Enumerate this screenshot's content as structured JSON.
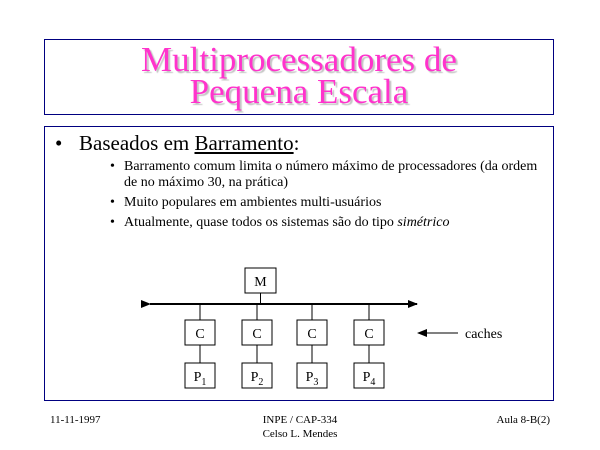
{
  "title": {
    "line1": "Multiprocessadores de",
    "line2": "Pequena Escala"
  },
  "bullet": {
    "prefix": "Baseados em ",
    "underlined": "Barramento",
    "suffix": ":"
  },
  "sub_bullets": [
    {
      "text": "Barramento comum limita o número máximo de processadores (da ordem de no máximo 30, na prática)"
    },
    {
      "text": "Muito populares em ambientes multi-usuários"
    },
    {
      "text": "Atualmente, quase todos os sistemas são do tipo ",
      "emphasis": "simétrico"
    }
  ],
  "diagram": {
    "memory_label": "M",
    "cache_label": "C",
    "processor_letter": "P",
    "processor_indices": [
      "1",
      "2",
      "3",
      "4"
    ],
    "caches_annotation": "caches"
  },
  "footer": {
    "date": "11-11-1997",
    "institution": "INPE / CAP-334",
    "author": "Celso L. Mendes",
    "lesson": "Aula 8-B(2)"
  },
  "colors": {
    "title": "#ff33cc",
    "box_border": "#000080",
    "text": "#000000"
  }
}
